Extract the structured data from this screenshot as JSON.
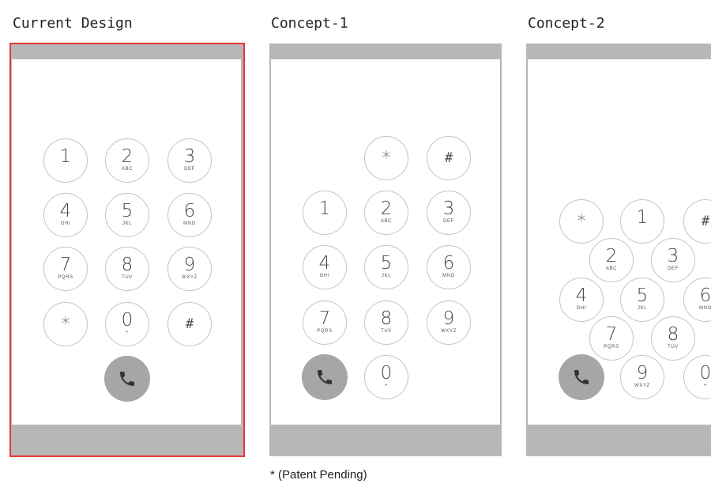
{
  "titles": {
    "current": "Current Design",
    "concept1": "Concept-1",
    "concept2": "Concept-2"
  },
  "footnote": "*  (Patent Pending)",
  "colors": {
    "frame": "#b7b7b7",
    "screen": "#ffffff",
    "selected_outline": "#e53935",
    "key_border": "#c4c4c4",
    "call_button": "#a6a6a6"
  },
  "keys": {
    "k1": {
      "digit": "1",
      "letters": ""
    },
    "k2": {
      "digit": "2",
      "letters": "ABC"
    },
    "k3": {
      "digit": "3",
      "letters": "DEF"
    },
    "k4": {
      "digit": "4",
      "letters": "GHI"
    },
    "k5": {
      "digit": "5",
      "letters": "JKL"
    },
    "k6": {
      "digit": "6",
      "letters": "MNO"
    },
    "k7": {
      "digit": "7",
      "letters": "PQRS"
    },
    "k8": {
      "digit": "8",
      "letters": "TUV"
    },
    "k9": {
      "digit": "9",
      "letters": "WXYZ"
    },
    "k0": {
      "digit": "0",
      "letters": "+"
    },
    "star": {
      "digit": "*"
    },
    "hash": {
      "digit": "#"
    }
  },
  "call": {
    "icon": "phone-icon"
  }
}
